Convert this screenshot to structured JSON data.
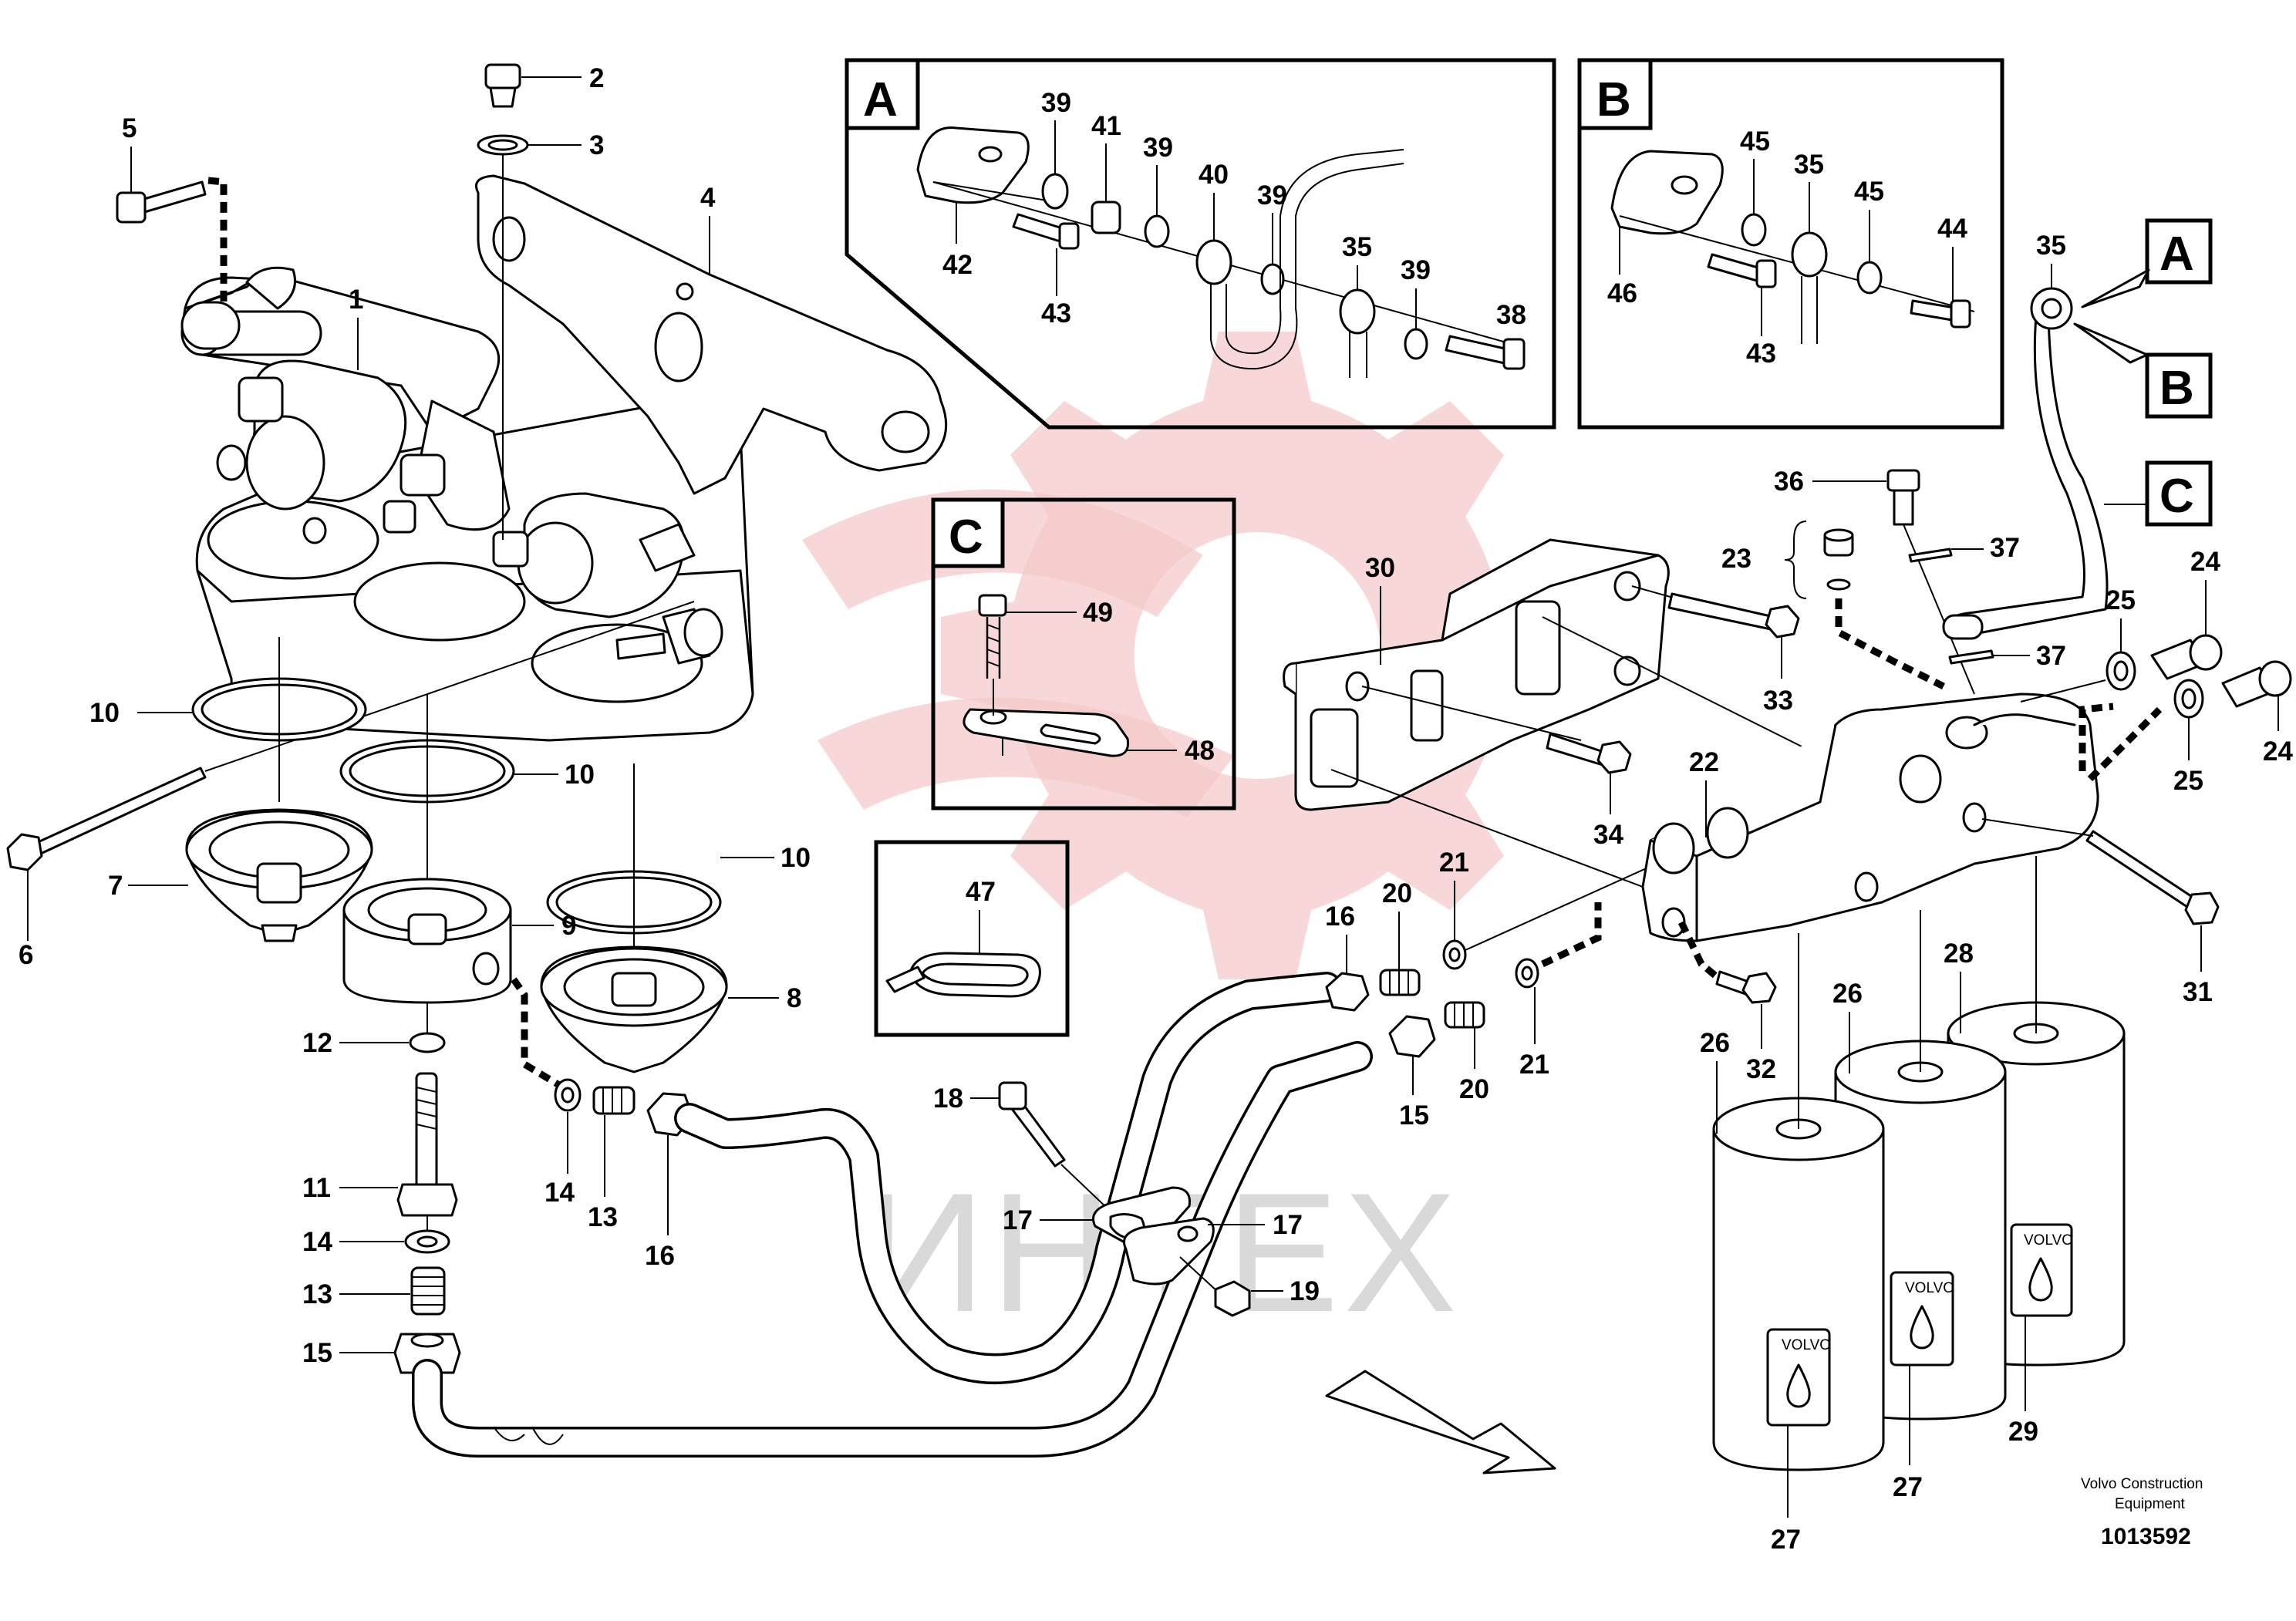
{
  "watermark": {
    "text": "ИНТЕХ",
    "color": "#f4c9c9"
  },
  "callouts": {
    "c1": "1",
    "c2": "2",
    "c3": "3",
    "c4": "4",
    "c5": "5",
    "c6": "6",
    "c7": "7",
    "c8": "8",
    "c9": "9",
    "c10a": "10",
    "c10b": "10",
    "c10c": "10",
    "c11": "11",
    "c12": "12",
    "c13a": "13",
    "c13b": "13",
    "c14a": "14",
    "c14b": "14",
    "c15a": "15",
    "c15b": "15",
    "c16a": "16",
    "c16b": "16",
    "c17a": "17",
    "c17b": "17",
    "c18": "18",
    "c19": "19",
    "c20a": "20",
    "c20b": "20",
    "c21a": "21",
    "c21b": "21",
    "c22": "22",
    "c23": "23",
    "c24a": "24",
    "c24b": "24",
    "c25a": "25",
    "c25b": "25",
    "c26a": "26",
    "c26b": "26",
    "c27a": "27",
    "c27b": "27",
    "c28": "28",
    "c29": "29",
    "c30": "30",
    "c31": "31",
    "c32": "32",
    "c33": "33",
    "c34": "34",
    "c35": "35",
    "c36": "36",
    "c37a": "37",
    "c37b": "37",
    "c47": "47"
  },
  "detail_a": {
    "label": "A",
    "callouts": {
      "c39a": "39",
      "c39b": "39",
      "c39c": "39",
      "c39d": "39",
      "c41": "41",
      "c40": "40",
      "c35": "35",
      "c42": "42",
      "c43": "43",
      "c38": "38"
    }
  },
  "detail_b": {
    "label": "B",
    "callouts": {
      "c45a": "45",
      "c45b": "45",
      "c35": "35",
      "c44": "44",
      "c46": "46",
      "c43": "43"
    }
  },
  "detail_c": {
    "label": "C",
    "callouts": {
      "c49": "49",
      "c48": "48"
    }
  },
  "pipe_refs": {
    "a": "A",
    "b": "B",
    "c": "C"
  },
  "filter_brand": "VOLVO",
  "credit": {
    "line1": "Volvo Construction",
    "line2": "Equipment"
  },
  "doc_number": "1013592"
}
